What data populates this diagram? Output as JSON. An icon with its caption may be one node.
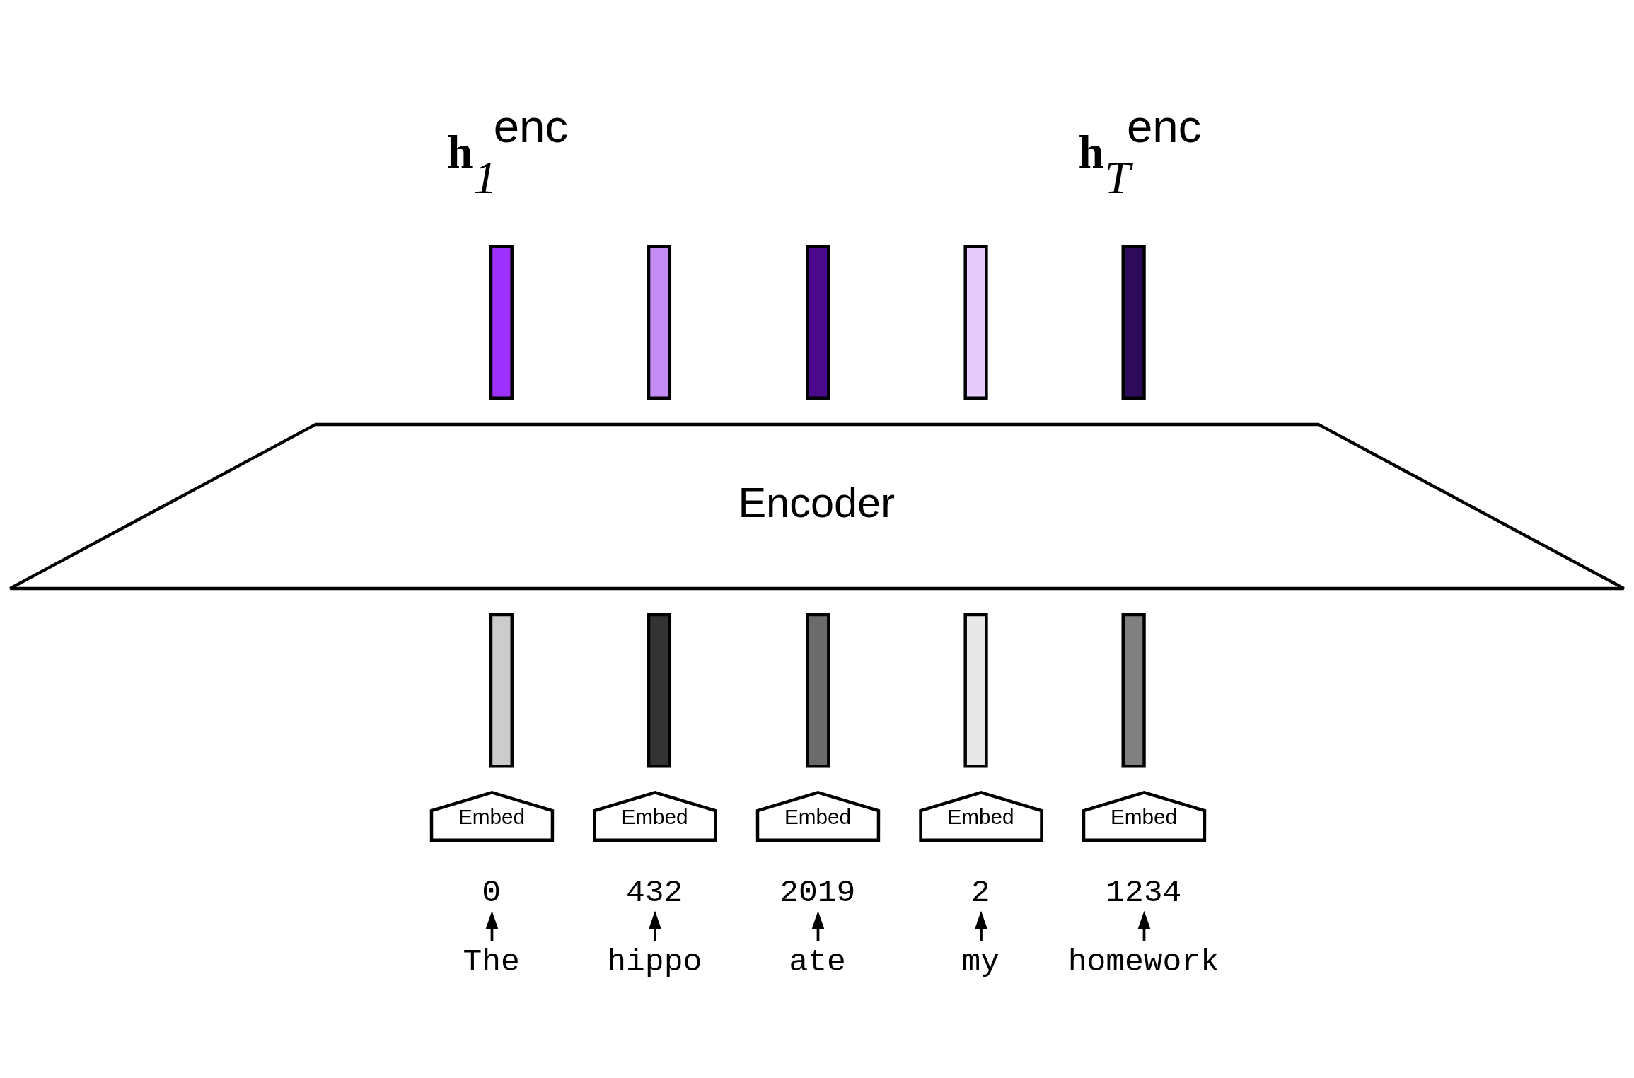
{
  "diagram": {
    "nodes": [
      {
        "text": [],
        "shape": "bar",
        "beside": [
          "**h**$_{1}$$^{enc}$"
        ]
      },
      {
        "text": [],
        "shape": "bar"
      },
      {
        "text": [],
        "shape": "bar"
      },
      {
        "text": [],
        "shape": "bar"
      },
      {
        "text": [],
        "shape": "bar",
        "beside": [
          "**h**$_{T}$$^{enc}$"
        ]
      },
      {
        "text": [
          "Encoder"
        ]
      },
      {
        "text": [],
        "shape": "bar"
      },
      {
        "text": [],
        "shape": "bar"
      },
      {
        "text": [],
        "shape": "bar"
      },
      {
        "text": [],
        "shape": "bar"
      },
      {
        "text": [],
        "shape": "bar"
      },
      {
        "text": [
          "Embed"
        ]
      },
      {
        "text": [
          "Embed"
        ]
      },
      {
        "text": [
          "Embed"
        ]
      },
      {
        "text": [
          "Embed"
        ]
      },
      {
        "text": [
          "Embed"
        ]
      },
      {
        "text": [
          "0"
        ]
      },
      {
        "text": [
          "432"
        ]
      },
      {
        "text": [
          "2019"
        ]
      },
      {
        "text": [
          "2"
        ]
      },
      {
        "text": [
          "1234"
        ]
      },
      {
        "text": [
          "The"
        ]
      },
      {
        "text": [
          "hippo"
        ]
      },
      {
        "text": [
          "ate"
        ]
      },
      {
        "text": [
          "my"
        ]
      },
      {
        "text": [
          "homework"
        ]
      }
    ],
    "edges": [
      {
        "from": 21,
        "to": 16,
        "arrow": "to"
      },
      {
        "from": 22,
        "to": 17,
        "arrow": "to"
      },
      {
        "from": 23,
        "to": 18,
        "arrow": "to"
      },
      {
        "from": 24,
        "to": 19,
        "arrow": "to"
      },
      {
        "from": 25,
        "to": 20,
        "arrow": "to"
      }
    ]
  }
}
